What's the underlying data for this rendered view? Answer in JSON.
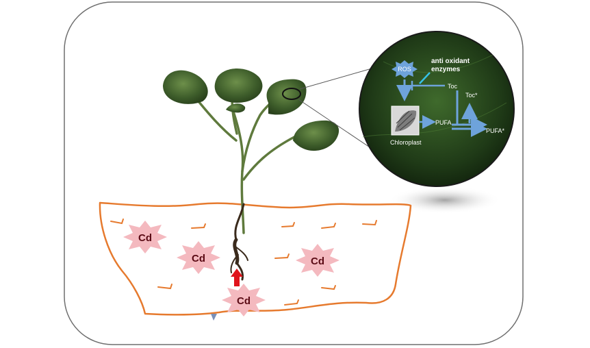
{
  "figure": {
    "contaminant_label": "Cd",
    "pathway": {
      "ros": "ROS",
      "antioxidant_line1": "anti oxidant",
      "antioxidant_line2": "enzymes",
      "toc": "Toc",
      "toc_star": "Toc*",
      "pufa": "PUFA",
      "pufa_star": "PUFA*",
      "chloroplast": "Chloroplast"
    },
    "colors": {
      "soil_outline": "#e67a2e",
      "cd_burst": "#f4b9bf",
      "cd_text": "#5a0a14",
      "uptake_arrow": "#e0141c",
      "pathway_arrows": "#6ea3db",
      "inhibition_line": "#36c2e6",
      "leaf_green": "#3b5a2a"
    }
  }
}
